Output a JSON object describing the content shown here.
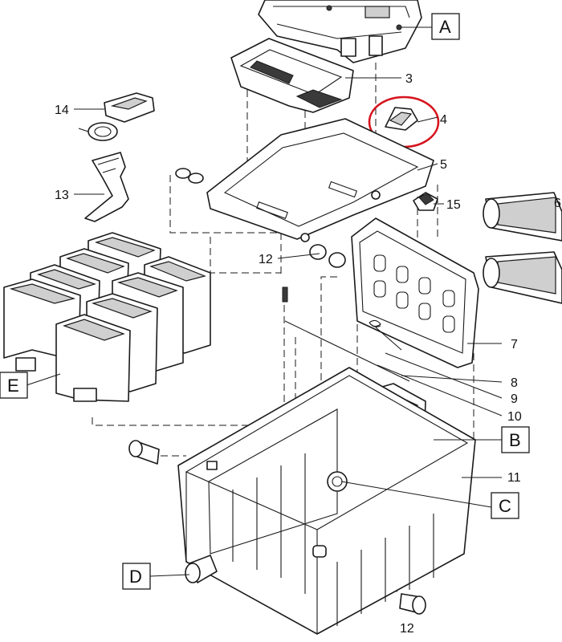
{
  "part_numbers": {
    "p3": "3",
    "p4": "4",
    "p5": "5",
    "p7": "7",
    "p8": "8",
    "p9": "9",
    "p10": "10",
    "p11": "11",
    "p12a": "12",
    "p12b": "12",
    "p13": "13",
    "p14": "14",
    "p15": "15",
    "p6": "6"
  },
  "letters": {
    "A": "A",
    "B": "B",
    "C": "C",
    "D": "D",
    "E": "E"
  },
  "highlight": {
    "part": "4",
    "color": "#d6141e"
  },
  "icons": [
    "exploded-view-filter-diagram"
  ]
}
